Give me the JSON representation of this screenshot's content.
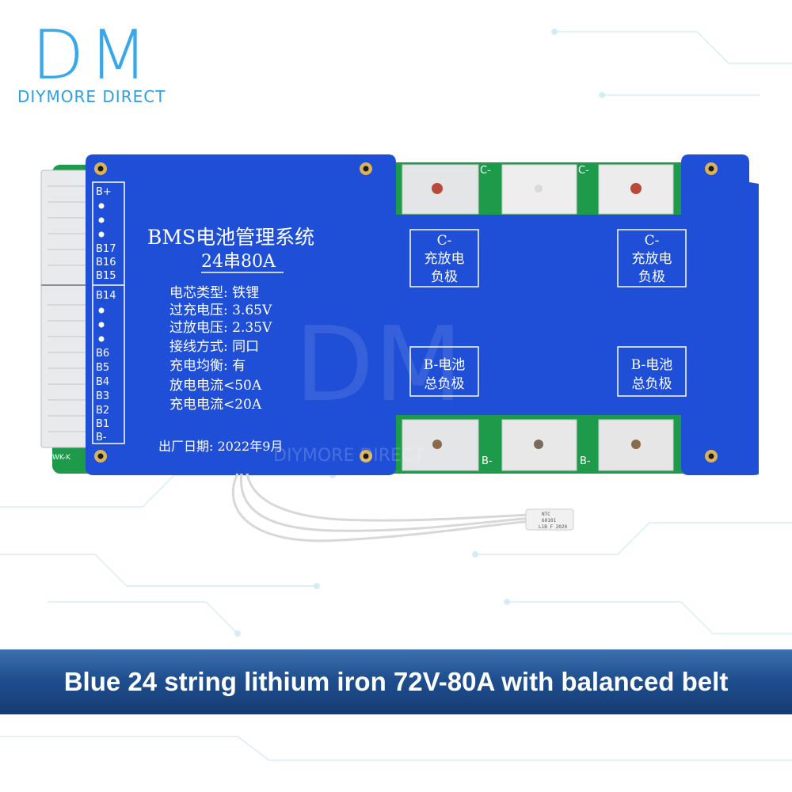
{
  "logo": {
    "mark": "DM",
    "subtitle": "DIYMORE DIRECT"
  },
  "watermark": {
    "mark": "DM",
    "text": "DIYMORE DIRECT"
  },
  "board": {
    "title": "BMS电池管理系统",
    "subtitle": "24串80A",
    "specs": [
      "电芯类型: 铁锂",
      "过充电压: 3.65V",
      "过放电压: 2.35V",
      "接线方式: 同口",
      "充电均衡: 有",
      "放电电流<50A",
      "充电电流<20A"
    ],
    "date": "出厂日期: 2022年9月",
    "left_pins_top": [
      "B+",
      "B17",
      "B16",
      "B15"
    ],
    "left_pins_bottom": [
      "B14",
      "B6",
      "B5",
      "B4",
      "B3",
      "B2",
      "B1",
      "B-"
    ],
    "connector_mark": "WK-K",
    "pad_top_labels": [
      "C-",
      "C-"
    ],
    "pad_bottom_labels": [
      "B-",
      "B-"
    ],
    "box_c_left": [
      "C-",
      "充放电",
      "负极"
    ],
    "box_c_right": [
      "C-",
      "充放电",
      "负极"
    ],
    "box_b_left": [
      "B-电池",
      "总负极"
    ],
    "box_b_right": [
      "B-电池",
      "总负极"
    ],
    "sensor_text": [
      "NTC",
      "60101",
      "L1B F 2020"
    ]
  },
  "banner": {
    "text": "Blue 24 string lithium iron 72V-80A with balanced belt",
    "color": "#1f4f8f"
  },
  "colors": {
    "pcb_blue": "#1e4fd8",
    "pcb_green": "#1e9b4a",
    "logo_blue": "#3aa8e8"
  }
}
